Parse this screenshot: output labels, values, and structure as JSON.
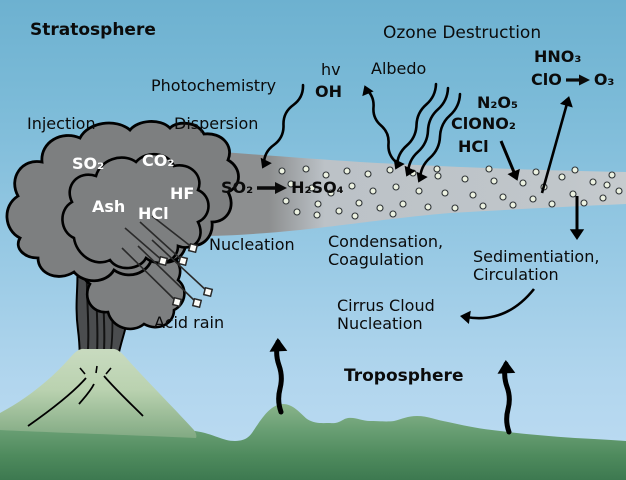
{
  "figure": {
    "description": "Diagram of volcanic eruption effects on the stratosphere and troposphere"
  },
  "layers": {
    "stratosphere": "Stratosphere",
    "troposphere": "Troposphere"
  },
  "processes": {
    "injection": "Injection",
    "dispersion": "Dispersion",
    "photochemistry": "Photochemistry",
    "ozone_destruction": "Ozone Destruction",
    "albedo": "Albedo",
    "nucleation": "Nucleation",
    "condensation": "Condensation,",
    "coagulation": "Coagulation",
    "sedimentation": "Sedimentiation,",
    "circulation": "Circulation",
    "cirrus_line1": "Cirrus Cloud",
    "cirrus_line2": "Nucleation",
    "acid_rain": "Acid rain"
  },
  "species": {
    "hv": "hv",
    "oh": "OH",
    "hno3": "HNO₃",
    "clo": "ClO",
    "o3": "O₃",
    "n2o5": "N₂O₅",
    "clono2": "ClONO₂",
    "hcl_stratosphere": "HCl",
    "so2_plume": "SO₂",
    "h2so4_plume": "H₂SO₄",
    "so2_cloud": "SO₂",
    "co2_cloud": "CO₂",
    "hf_cloud": "HF",
    "ash_cloud": "Ash",
    "hcl_cloud": "HCl"
  },
  "colors": {
    "sky_top": "#6db1d0",
    "sky_bottom": "#bedcf3",
    "ground_top": "#8fb78e",
    "ground_bottom": "#3d7950",
    "mountain_light": "#bad2b0",
    "mountain_dark": "#7fa881",
    "eruption_cloud": "#7d7f80",
    "eruption_column": "#4b4d4f",
    "plume_dark": "#8d8f90",
    "plume_light": "#bcc2c7",
    "aerosol_dot": "#ecf2e1",
    "outline": "#000000",
    "text": "#0b0b0b",
    "cloud_text": "#ffffff"
  }
}
